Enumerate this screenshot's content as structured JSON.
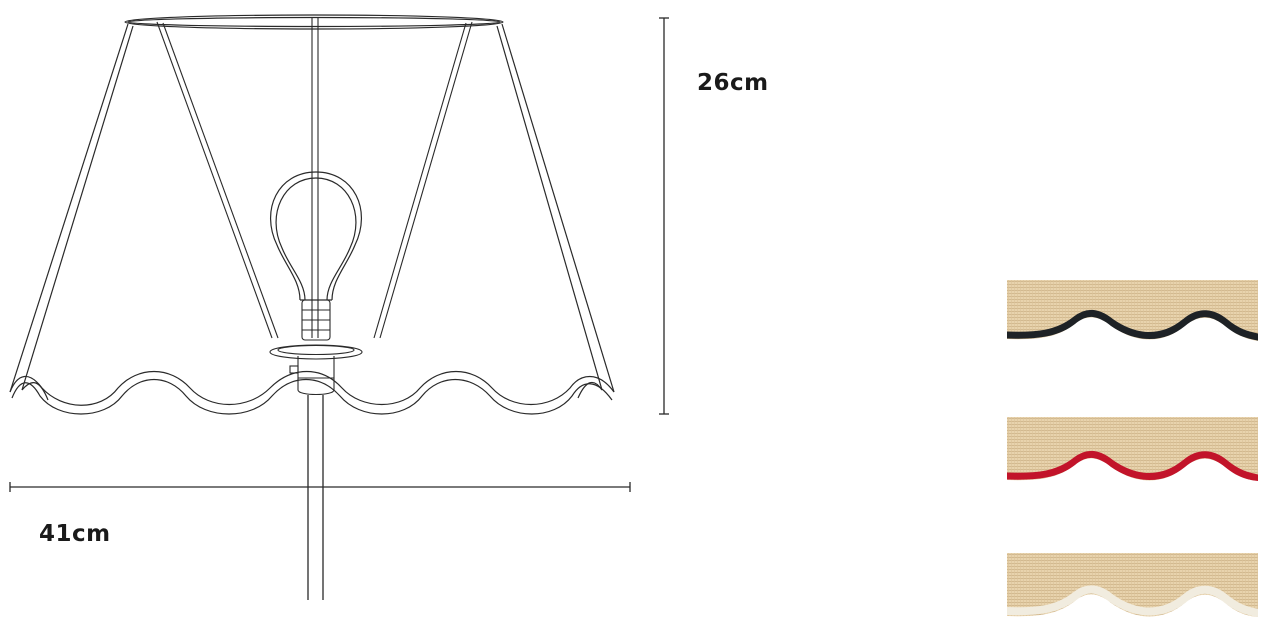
{
  "dimensions": {
    "height_label": "26cm",
    "width_label": "41cm"
  },
  "trim_options": [
    {
      "name": "black-trim",
      "color": "#1e2226"
    },
    {
      "name": "red-trim",
      "color": "#c2142a"
    },
    {
      "name": "cream-trim",
      "color": "#f1ecdf"
    }
  ],
  "colors": {
    "line": "#2a2a2a",
    "raffia": "#e8d3ad",
    "raffia_weave": "#cdb184"
  }
}
